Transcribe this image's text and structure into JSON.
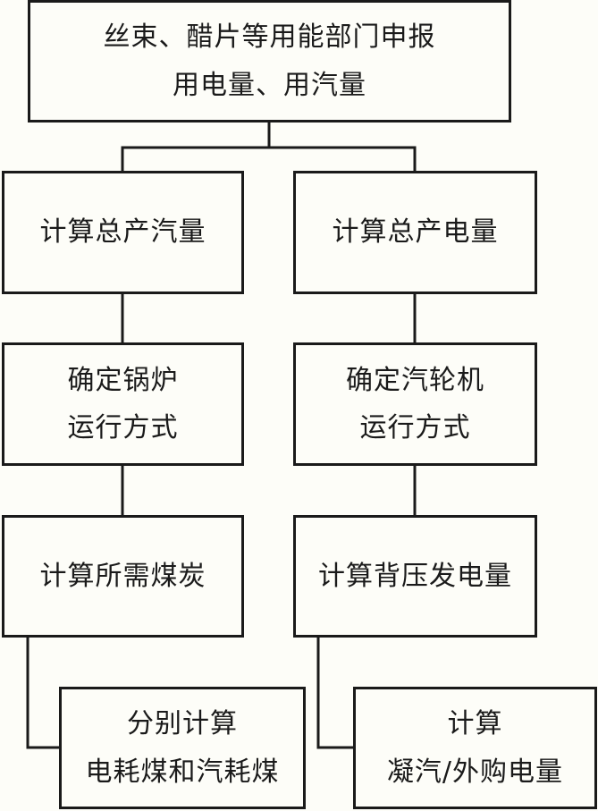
{
  "diagram": {
    "nodes": {
      "top": {
        "lines": [
          "丝束、醋片等用能部门申报",
          "用电量、用汽量"
        ]
      },
      "steam": {
        "lines": [
          "计算总产汽量"
        ]
      },
      "power": {
        "lines": [
          "计算总产电量"
        ]
      },
      "boiler": {
        "lines": [
          "确定锅炉",
          "运行方式"
        ]
      },
      "turbine": {
        "lines": [
          "确定汽轮机",
          "运行方式"
        ]
      },
      "coal": {
        "lines": [
          "计算所需煤炭"
        ]
      },
      "back": {
        "lines": [
          "计算背压发电量"
        ]
      },
      "split": {
        "lines": [
          "分别计算",
          "电耗煤和汽耗煤"
        ]
      },
      "cond": {
        "lines": [
          "计算",
          "凝汽/外购电量"
        ]
      }
    },
    "colors": {
      "line": "#1a1a1a",
      "background": "#fdfdf8"
    }
  }
}
